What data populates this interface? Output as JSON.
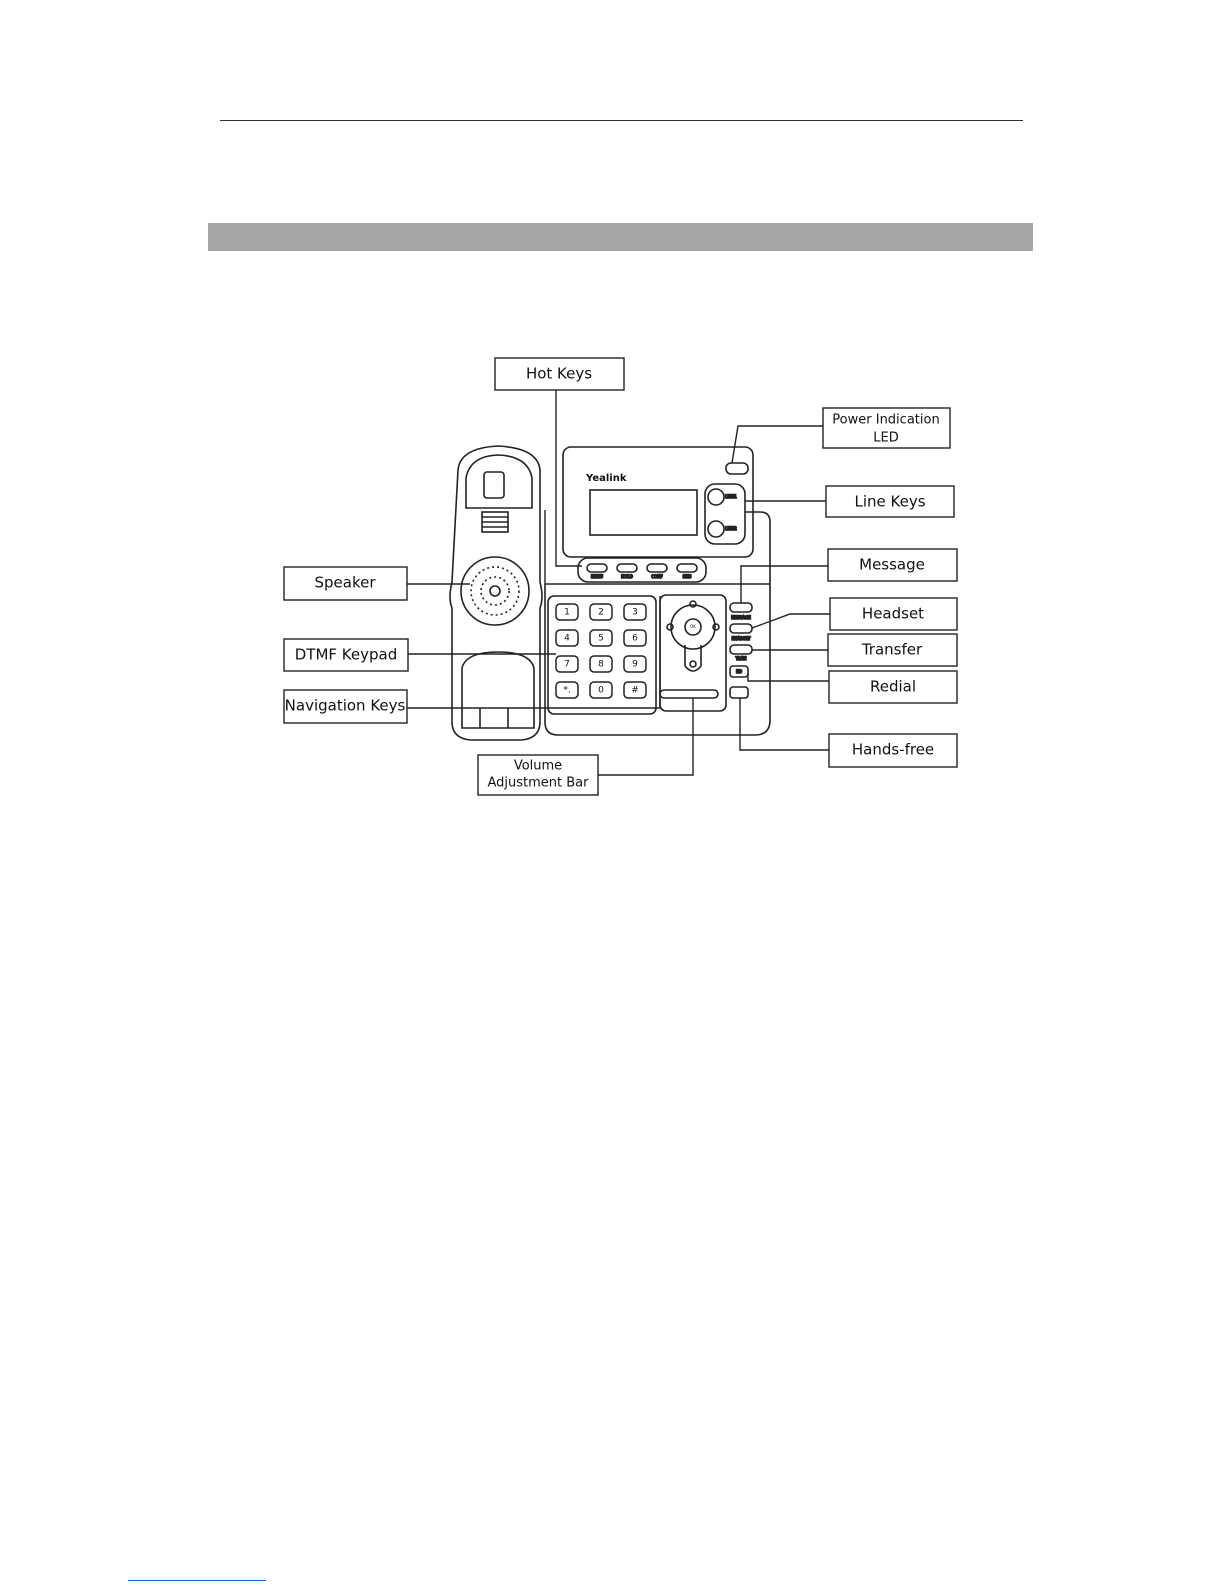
{
  "labels": {
    "hot_keys": "Hot Keys",
    "power_led_line1": "Power Indication",
    "power_led_line2": "LED",
    "line_keys": "Line Keys",
    "message": "Message",
    "headset": "Headset",
    "transfer": "Transfer",
    "redial": "Redial",
    "hands_free": "Hands-free",
    "speaker": "Speaker",
    "dtmf_keypad": "DTMF Keypad",
    "navigation_keys": "Navigation Keys",
    "volume_line1": "Volume",
    "volume_line2": "Adjustment Bar"
  },
  "phone": {
    "brand": "Yealink",
    "keypad": [
      "1",
      "2",
      "3",
      "4",
      "5",
      "6",
      "7",
      "8",
      "9",
      "*.",
      "0",
      "#"
    ],
    "ok_key": "OK"
  }
}
